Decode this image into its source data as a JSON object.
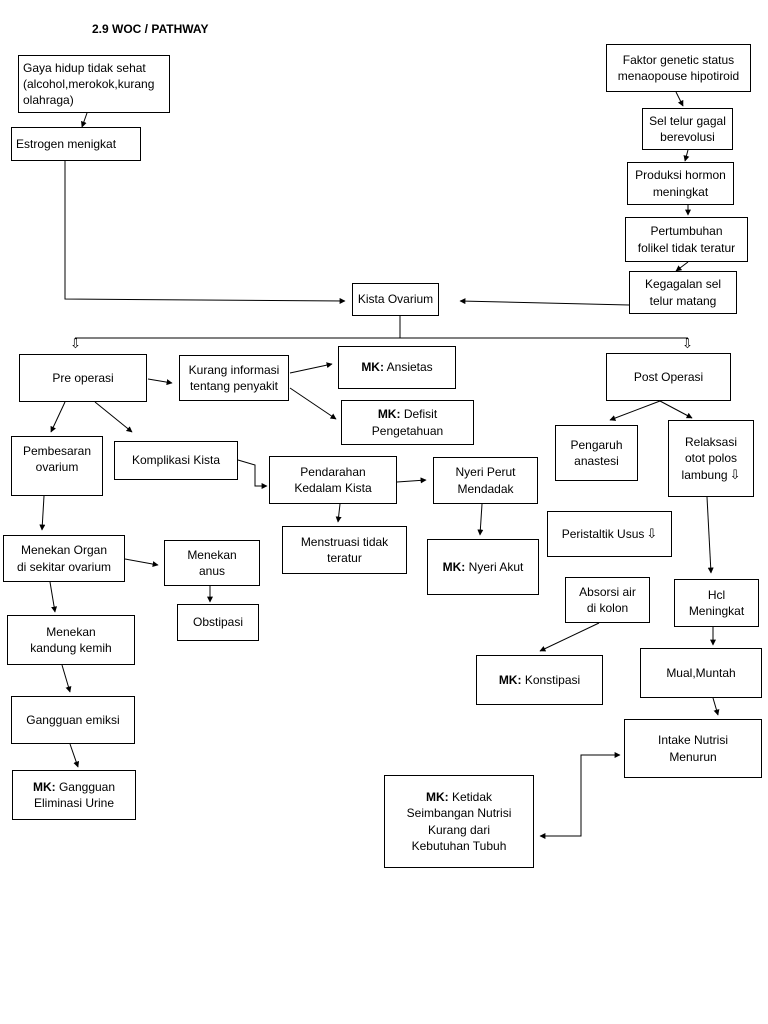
{
  "title": "2.9 WOC / PATHWAY",
  "hollow_arrow_glyph": "⇩",
  "nodes": {
    "gaya_hidup": "Gaya hidup tidak sehat\n(alcohol,merokok,kurang\nolahraga)",
    "estrogen": "Estrogen menigkat",
    "faktor_genetic": "Faktor genetic status\nmenaopouse hipotiroid",
    "sel_telur": "Sel telur gagal\nberevolusi",
    "produksi_hormon": "Produksi hormon\nmeningkat",
    "pertumbuhan_folikel": "Pertumbuhan\nfolikel tidak teratur",
    "kegagalan_sel": "Kegagalan sel\ntelur matang",
    "kista_ovarium": "Kista Ovarium",
    "pre_operasi": "Pre operasi",
    "kurang_informasi": "Kurang informasi\ntentang penyakit",
    "mk_ansietas": {
      "mk": "MK:",
      "text": " Ansietas"
    },
    "mk_defisit": {
      "mk": "MK:",
      "text": " Defisit\nPengetahuan"
    },
    "post_operasi": "Post Operasi",
    "pembesaran_ovarium": "Pembesaran\novarium",
    "komplikasi_kista": "Komplikasi Kista",
    "pendarahan": "Pendarahan\nKedalam Kista",
    "nyeri_perut": "Nyeri Perut\nMendadak",
    "menstruasi": "Menstruasi tidak\nteratur",
    "mk_nyeri": {
      "mk": "MK:",
      "text": " Nyeri Akut"
    },
    "pengaruh_anastesi": "Pengaruh\nanastesi",
    "relaksasi": "Relaksasi\notot polos\nlambung",
    "peristaltik": "Peristaltik Usus",
    "absorsi": "Absorsi air\ndi kolon",
    "mk_konstipasi": {
      "mk": "MK:",
      "text": " Konstipasi"
    },
    "hcl": "Hcl\nMeningkat",
    "mual": "Mual,Muntah",
    "intake": "Intake Nutrisi\nMenurun",
    "mk_ketidak": {
      "mk": "MK:",
      "text": " Ketidak\nSeimbangan Nutrisi\nKurang dari\nKebutuhan Tubuh"
    },
    "menekan_organ": "Menekan Organ\ndi sekitar ovarium",
    "menekan_anus": "Menekan\nanus",
    "obstipasi": "Obstipasi",
    "menekan_kandung": "Menekan\nkandung kemih",
    "gangguan_emiksi": "Gangguan emiksi",
    "mk_gangguan": {
      "mk": "MK:",
      "text": " Gangguan\nEliminasi Urine"
    }
  }
}
